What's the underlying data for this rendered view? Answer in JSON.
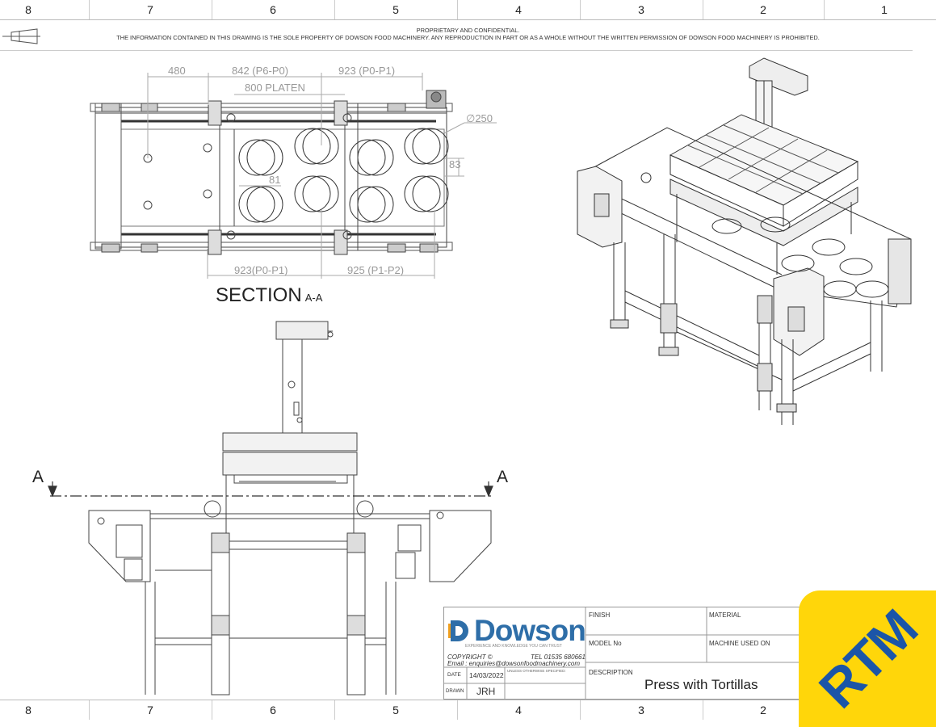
{
  "zones": {
    "top": [
      "8",
      "7",
      "6",
      "5",
      "4",
      "3",
      "2",
      "1"
    ],
    "bottom": [
      "8",
      "7",
      "6",
      "5",
      "4",
      "3",
      "2"
    ]
  },
  "notice": {
    "heading": "PROPRIETARY AND CONFIDENTIAL.",
    "body": "THE INFORMATION CONTAINED IN THIS DRAWING IS THE SOLE PROPERTY OF DOWSON FOOD MACHINERY.  ANY REPRODUCTION IN PART OR AS A WHOLE WITHOUT THE WRITTEN PERMISSION OF DOWSON FOOD MACHINERY IS PROHIBITED."
  },
  "section_view": {
    "dim_480": "480",
    "dim_842": "842 (P6-P0)",
    "dim_923_top": "923 (P0-P1)",
    "dim_800": "800 PLATEN",
    "dim_250": "∅250",
    "dim_83": "83",
    "dim_81": "81",
    "dim_923_bottom": "923(P0-P1)",
    "dim_925": "925 (P1-P2)",
    "title": "SECTION",
    "title_sub": "A-A"
  },
  "front_view": {
    "cut_left": "A",
    "cut_right": "A"
  },
  "title_block": {
    "company": "Dowson",
    "tagline": "EXPERIENCE AND KNOWLEDGE YOU CAN TRUST",
    "copyright": "COPYRIGHT ©",
    "tel": "TEL  01535 680661",
    "email": "Email : enquiries@dowsonfoodmachinery.com",
    "date_label": "DATE",
    "date_value": "14/03/2022",
    "drawn_label": "DRAWN",
    "drawn_value": "JRH",
    "tolerance_note": "UNLESS OTHERWISE SPECIFIED:",
    "finish_label": "FINISH",
    "material_label": "MATERIAL",
    "model_label": "MODEL No",
    "machine_label": "MACHINE USED ON",
    "description_label": "DESCRIPTION",
    "description_value": "Press with Tortillas"
  },
  "badge": {
    "text": "RTM"
  },
  "colors": {
    "logo_blue": "#2e6ea8",
    "badge_yellow": "#ffd60a",
    "badge_blue": "#1b55a8"
  }
}
